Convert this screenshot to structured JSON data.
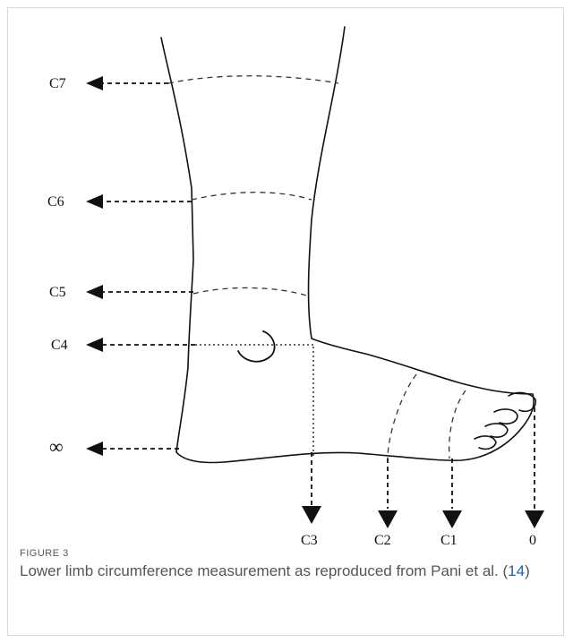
{
  "figure": {
    "labels": {
      "c7": "C7",
      "c6": "C6",
      "c5": "C5",
      "c4": "C4",
      "inf": "∞",
      "c3": "C3",
      "c2": "C2",
      "c1": "C1",
      "zero": "0"
    },
    "caption": {
      "number": "FIGURE 3",
      "text_before": "Lower limb circumference measurement as reproduced from Pani et al. (",
      "ref": "14",
      "text_after": ")"
    }
  }
}
